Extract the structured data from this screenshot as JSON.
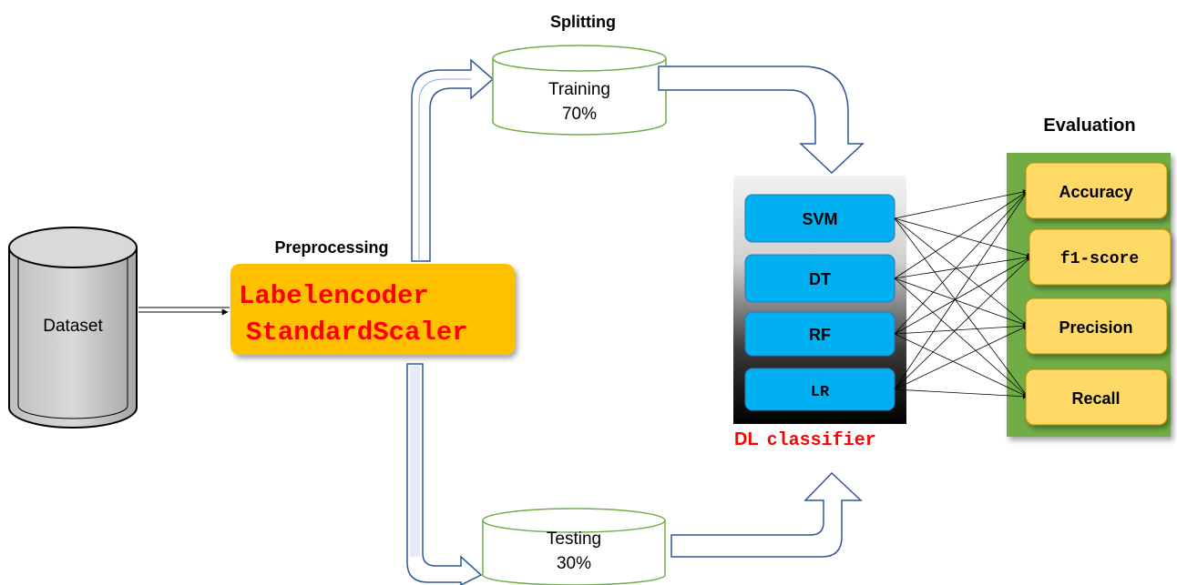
{
  "titles": {
    "splitting": "Splitting",
    "preprocessing": "Preprocessing",
    "evaluation": "Evaluation"
  },
  "dataset": {
    "label": "Dataset"
  },
  "preprocessing_box": {
    "line1": "Labelencoder",
    "line2": "StandardScaler"
  },
  "training": {
    "label": "Training",
    "percent": "70%"
  },
  "testing": {
    "label": "Testing",
    "percent": "30%"
  },
  "classifier": {
    "caption_prefix": "DL",
    "caption_word": "classifier",
    "models": [
      "SVM",
      "DT",
      "RF",
      "LR"
    ]
  },
  "metrics": [
    "Accuracy",
    "f1-score",
    "Precision",
    "Recall"
  ],
  "colors": {
    "preprocess_fill": "#ffc000",
    "preprocess_text": "#ff0000",
    "model_fill": "#00b0f0",
    "metric_fill": "#ffd966",
    "metric_panel": "#70ad47",
    "cylinder_stroke": "#70ad47",
    "arrow_stroke": "#2f5597",
    "caption_red": "#ff0000"
  },
  "icons": {
    "split_arrow": "block-arrow-icon",
    "dataset_cylinder": "database-cylinder-icon"
  }
}
